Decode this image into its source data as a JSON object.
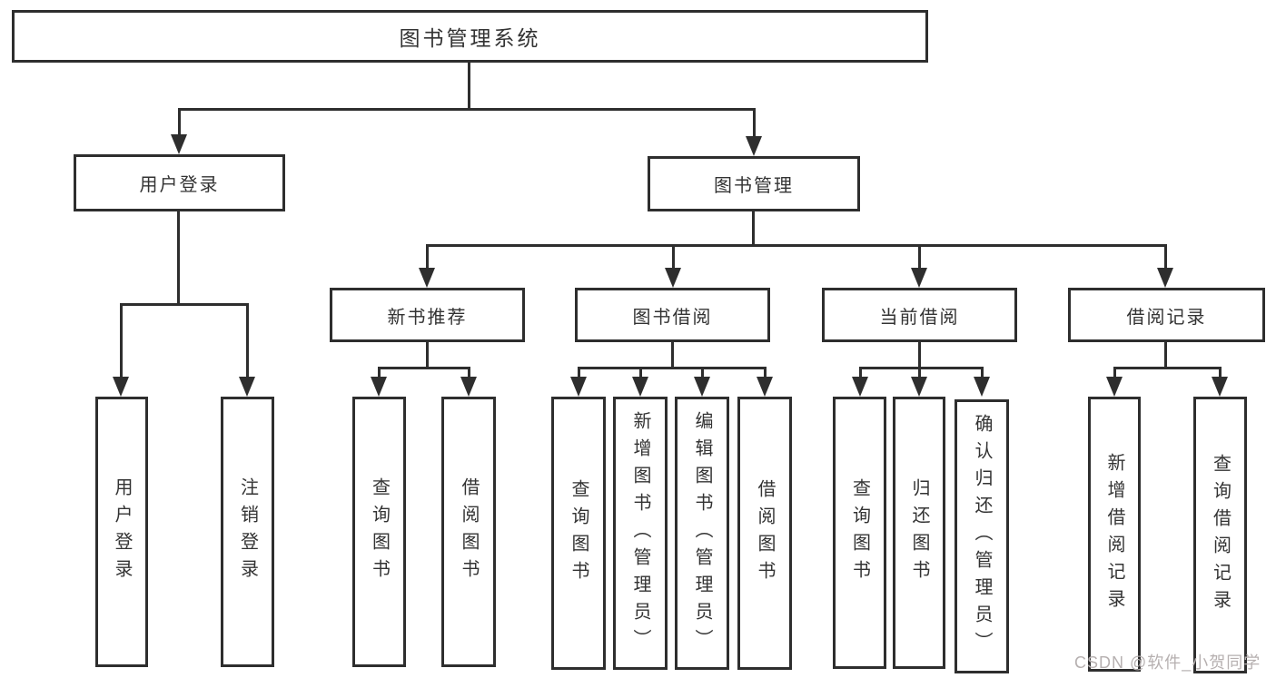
{
  "tree": {
    "root": "图书管理系统",
    "branches": [
      {
        "label": "用户登录",
        "leaves": [
          "用户登录",
          "注销登录"
        ]
      },
      {
        "label": "图书管理",
        "groups": [
          {
            "label": "新书推荐",
            "leaves": [
              "查询图书",
              "借阅图书"
            ]
          },
          {
            "label": "图书借阅",
            "leaves": [
              "查询图书",
              "新增图书（管理员）",
              "编辑图书（管理员）",
              "借阅图书"
            ]
          },
          {
            "label": "当前借阅",
            "leaves": [
              "查询图书",
              "归还图书",
              "确认归还（管理员）"
            ]
          },
          {
            "label": "借阅记录",
            "leaves": [
              "新增借阅记录",
              "查询借阅记录"
            ]
          }
        ]
      }
    ]
  },
  "watermark": {
    "text": "CSDN @软件_小贺同学"
  },
  "colors": {
    "line": "#2e2e2e",
    "text": "#333333",
    "watermark": "#b6b0b0",
    "background": "#ffffff"
  }
}
